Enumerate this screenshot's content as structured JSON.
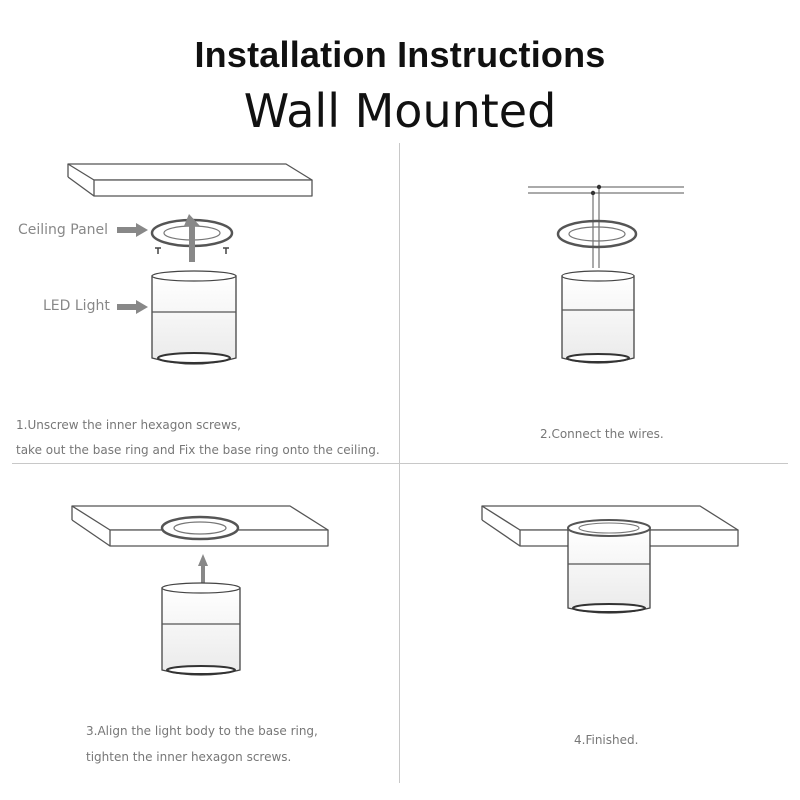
{
  "header": {
    "title": "Installation Instructions",
    "subtitle": "Wall Mounted"
  },
  "labels": {
    "ceiling_panel": "Ceiling Panel",
    "led_light": "LED Light"
  },
  "steps": [
    {
      "line1": "1.Unscrew the inner hexagon screws,",
      "line2": "take out the base ring and Fix the base ring onto the ceiling."
    },
    {
      "line1": "2.Connect the wires."
    },
    {
      "line1": "3.Align the light body to the base ring,",
      "line2": "tighten the inner hexagon screws."
    },
    {
      "line1": "4.Finished."
    }
  ]
}
